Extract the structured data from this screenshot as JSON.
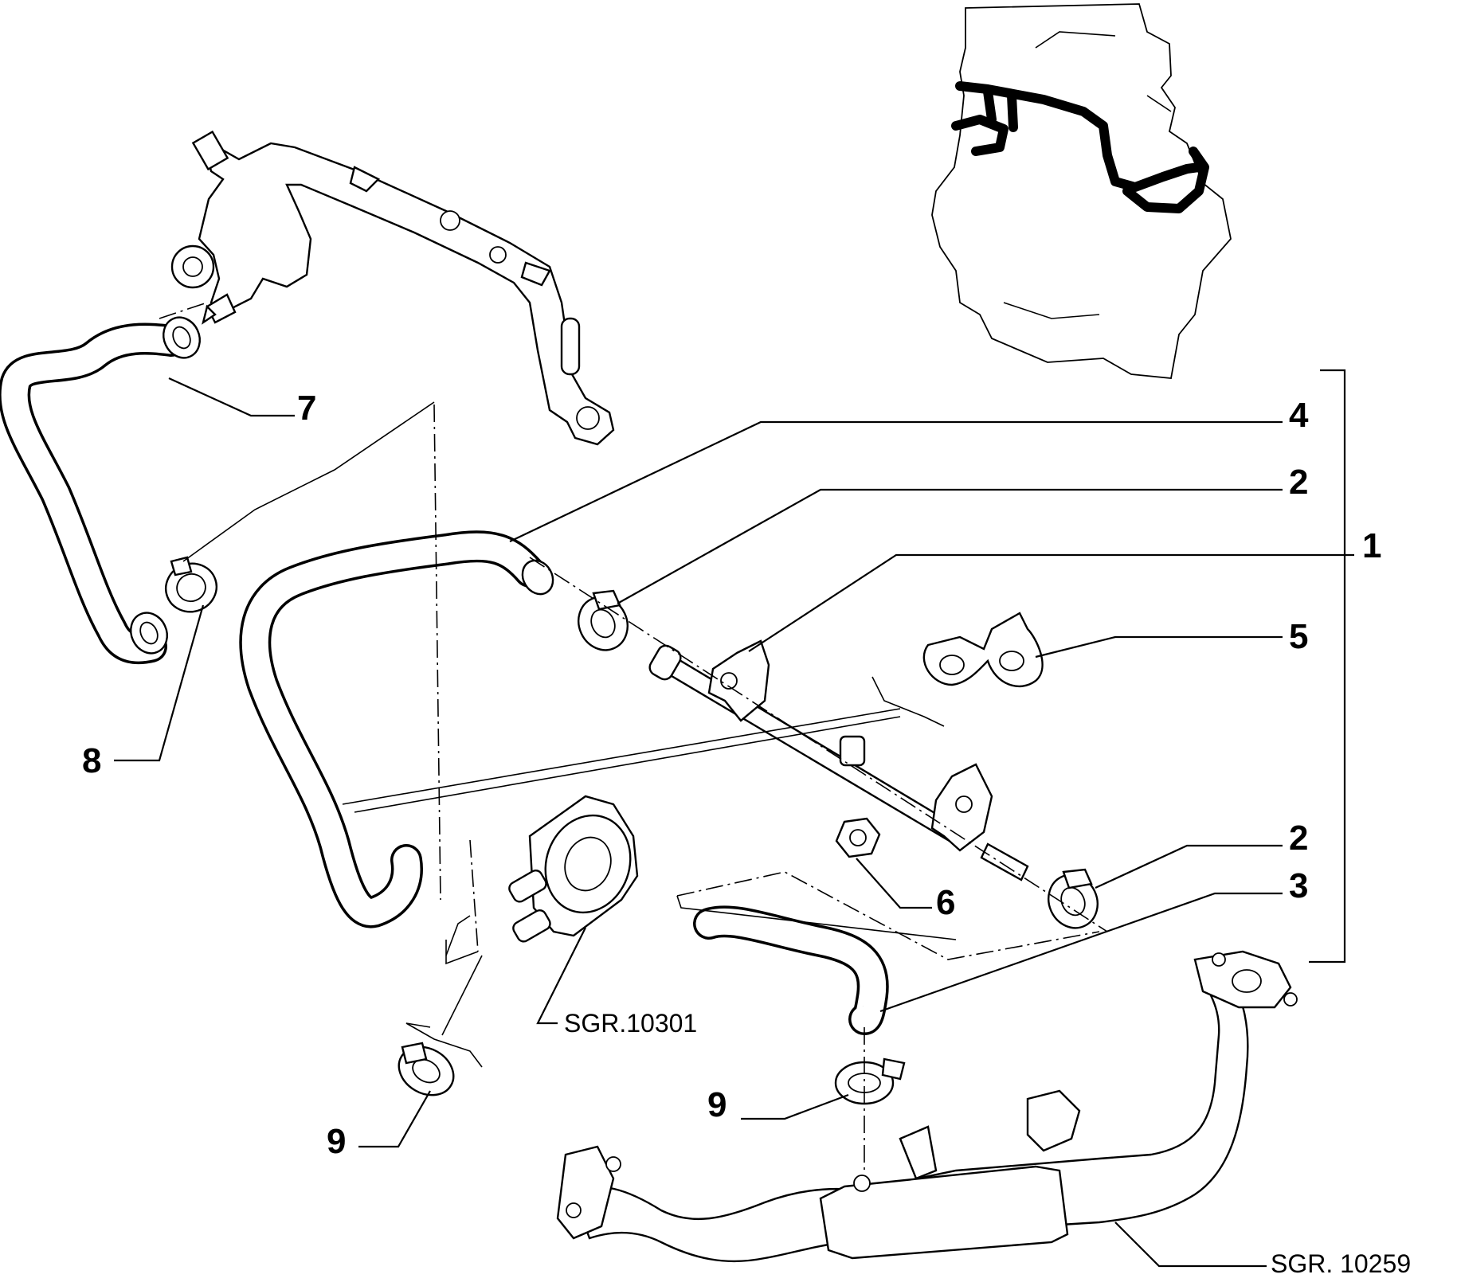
{
  "callouts": {
    "c1": "1",
    "c2a": "2",
    "c2b": "2",
    "c3": "3",
    "c4": "4",
    "c5": "5",
    "c6": "6",
    "c7": "7",
    "c8": "8",
    "c9a": "9",
    "c9b": "9"
  },
  "references": {
    "oil_cooler": "SGR.10301",
    "egr_cooler": "SGR. 10259"
  },
  "icons": {
    "engine_locator": "engine-outline-icon",
    "assembly_bracket": "bracket-icon"
  }
}
